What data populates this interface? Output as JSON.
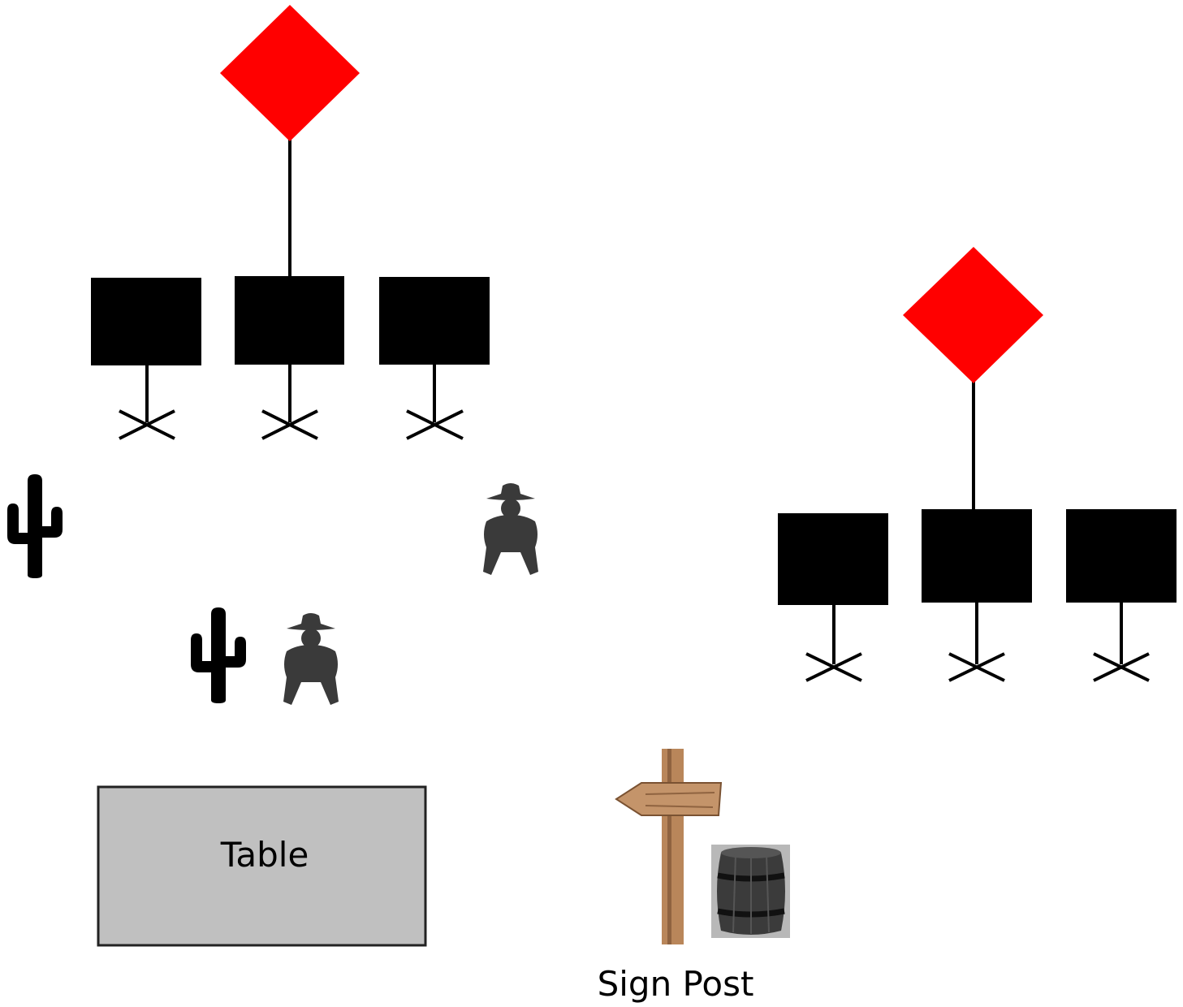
{
  "colors": {
    "background": "#ffffff",
    "target_fill": "#000000",
    "marker_fill": "#ff0000",
    "silhouette_fill": "#3a3a3a",
    "cactus_fill": "#000000",
    "table_fill": "#c0c0c0",
    "table_border": "#222222",
    "wood": "#b9865a",
    "barrel": "#3b3b3b"
  },
  "labels": {
    "table": "Table",
    "sign_post": "Sign Post"
  },
  "icons": {
    "marker": "red-diamond-marker-icon",
    "target": "steel-target-icon",
    "cactus": "cactus-icon",
    "bad_guy": "outlaw-silhouette-icon",
    "sign": "wooden-sign-post-icon",
    "barrel": "barrel-icon"
  },
  "stages": [
    {
      "name": "left-target-array",
      "target_count": 3
    },
    {
      "name": "right-target-array",
      "target_count": 3
    }
  ]
}
